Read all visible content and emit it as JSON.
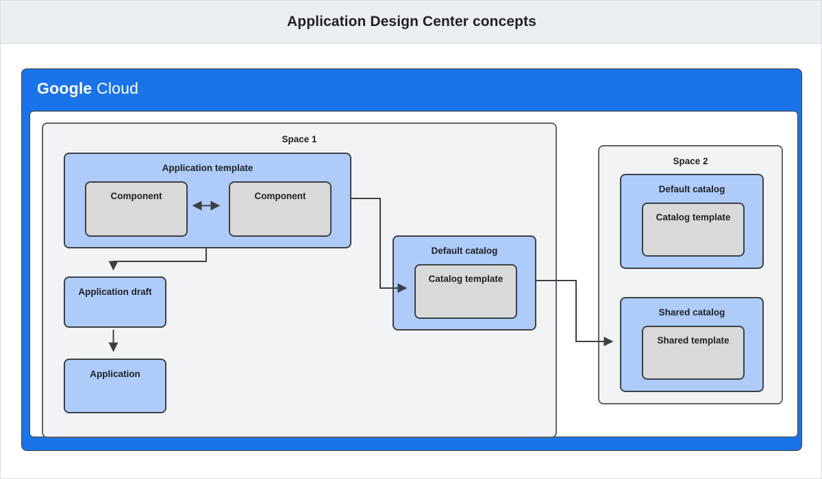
{
  "header": {
    "title": "Application Design Center concepts"
  },
  "cloud": {
    "brand_primary": "Google",
    "brand_secondary": "Cloud",
    "brand_color": "#1a73e8"
  },
  "palette": {
    "blue_fill": "#aecbfa",
    "gray_fill": "#d9d9d9",
    "space_fill": "#f1f3f4",
    "stroke": "#3c4043",
    "title_bar_fill": "#eceff1"
  },
  "space1": {
    "label": "Space 1",
    "application_template": {
      "label": "Application template",
      "components": [
        {
          "label": "Component"
        },
        {
          "label": "Component"
        }
      ]
    },
    "application_draft": {
      "label": "Application draft"
    },
    "application": {
      "label": "Application"
    },
    "default_catalog": {
      "label": "Default catalog",
      "template": {
        "label": "Catalog template"
      }
    }
  },
  "space2": {
    "label": "Space 2",
    "default_catalog": {
      "label": "Default catalog",
      "template": {
        "label": "Catalog template"
      }
    },
    "shared_catalog": {
      "label": "Shared catalog",
      "template": {
        "label": "Shared template"
      }
    }
  },
  "connectors": [
    {
      "name": "component-to-component",
      "type": "bidirectional"
    },
    {
      "name": "application-template-to-application-draft",
      "type": "arrow"
    },
    {
      "name": "application-draft-to-application",
      "type": "arrow"
    },
    {
      "name": "application-template-to-default-catalog",
      "type": "arrow"
    },
    {
      "name": "default-catalog-to-shared-catalog",
      "type": "arrow"
    }
  ]
}
